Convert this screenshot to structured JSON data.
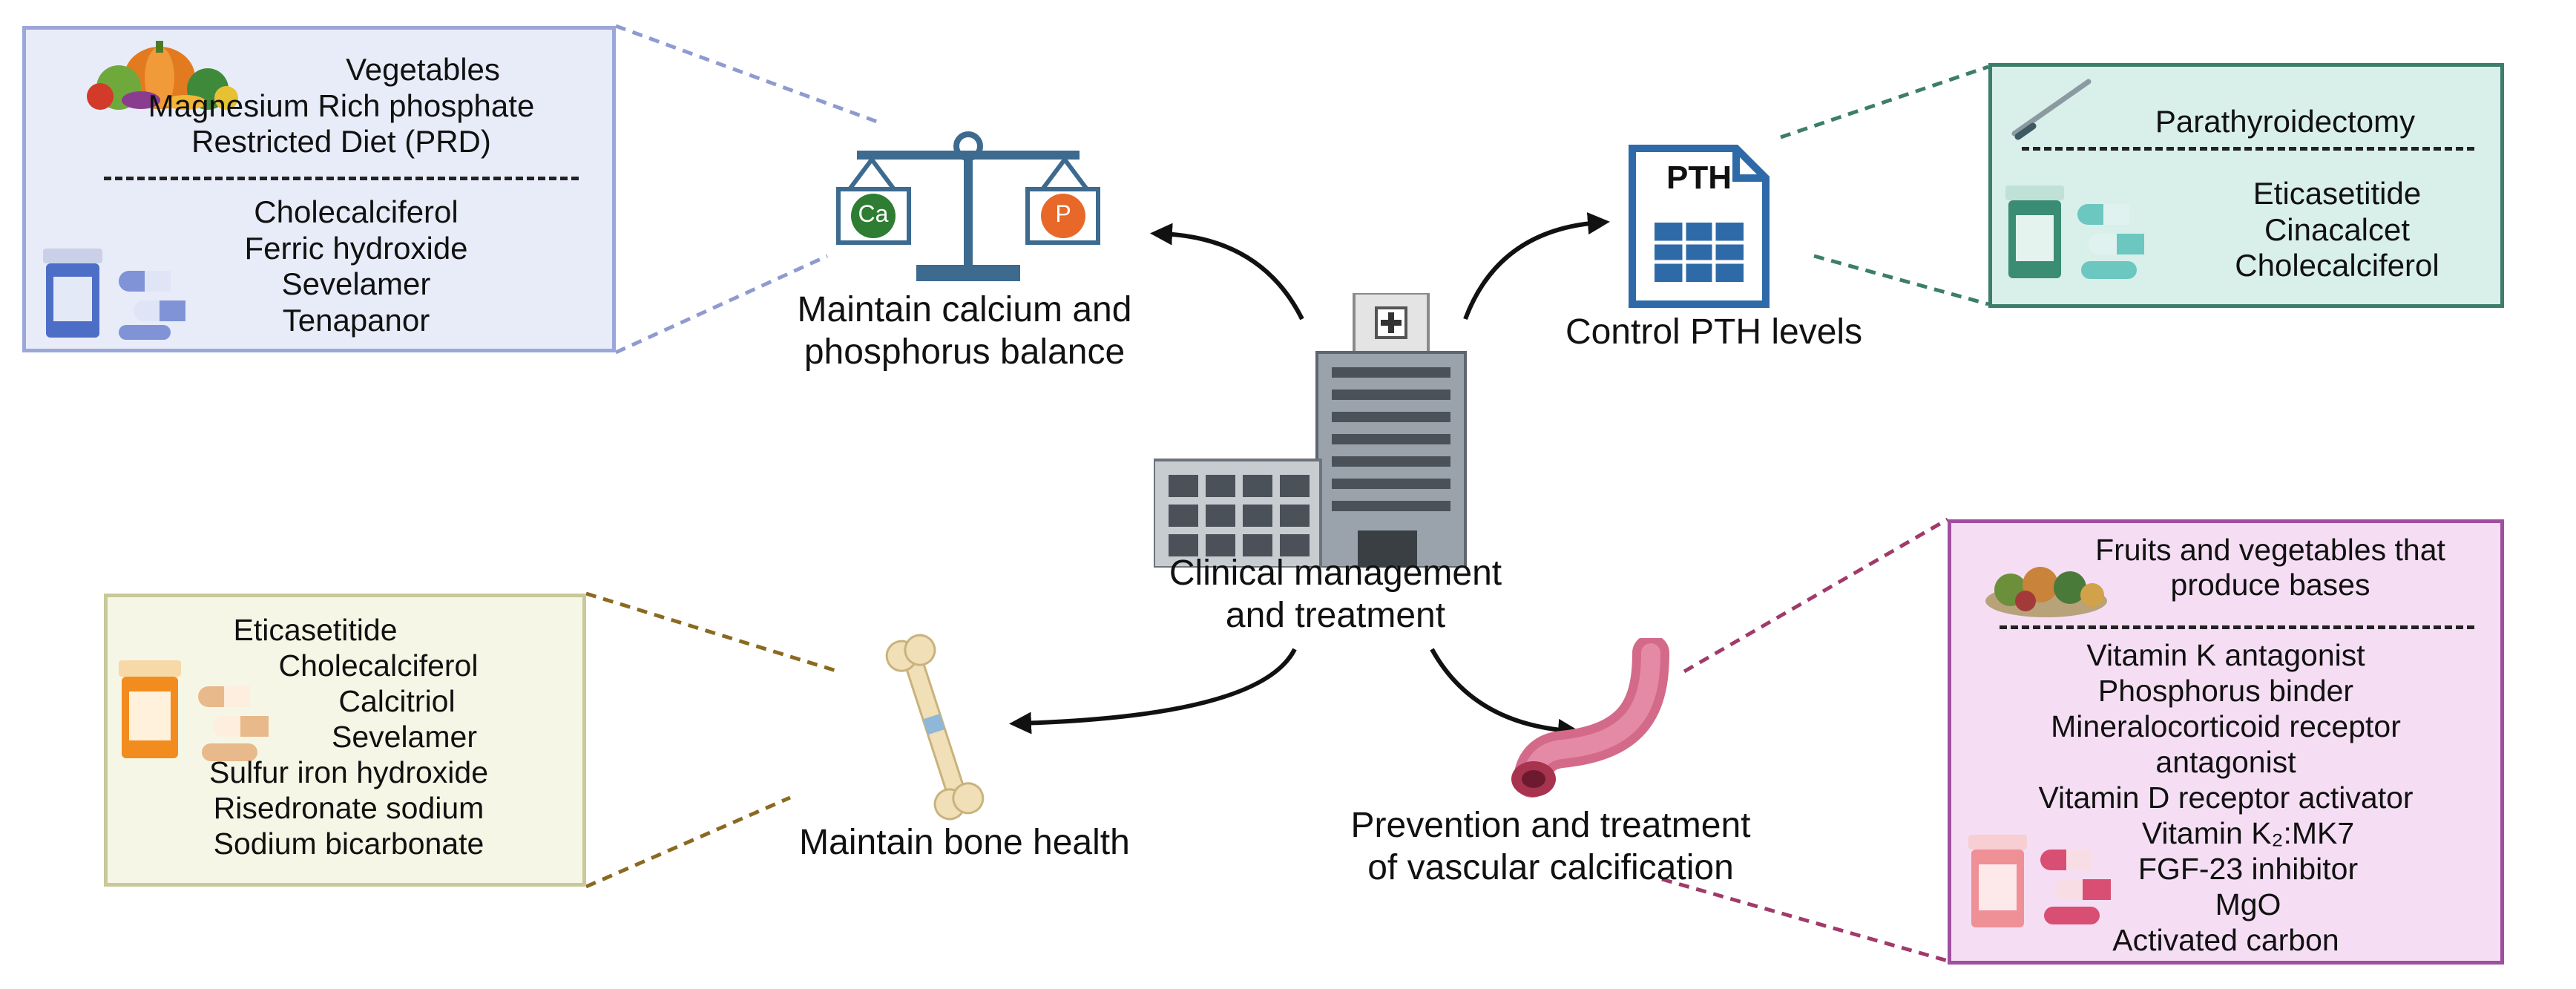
{
  "center": {
    "title_lines": [
      "Clinical management",
      "and treatment"
    ]
  },
  "calcium": {
    "caption_lines": [
      "Maintain calcium and",
      "phosphorus balance"
    ],
    "scale_left_label": "Ca",
    "scale_right_label": "P",
    "box_top_lines": [
      "Vegetables",
      "Magnesium Rich phosphate",
      "Restricted Diet (PRD)"
    ],
    "box_drugs": [
      "Cholecalciferol",
      "Ferric hydroxide",
      "Sevelamer",
      "Tenapanor"
    ],
    "border_color": "#9aa7d8",
    "fill_color": "#e8ecf8"
  },
  "pth": {
    "caption": "Control PTH levels",
    "doc_label": "PTH",
    "box_top": "Parathyroidectomy",
    "box_drugs": [
      "Eticasetitide",
      "Cinacalcet",
      "Cholecalciferol"
    ],
    "border_color": "#3d7d6b",
    "fill_color": "#d9efe9"
  },
  "bone": {
    "caption": "Maintain bone health",
    "box_drugs": [
      "Eticasetitide",
      "Cholecalciferol",
      "Calcitriol",
      "Sevelamer",
      "Sulfur iron hydroxide",
      "Risedronate sodium",
      "Sodium bicarbonate"
    ],
    "border_color": "#c8c898",
    "fill_color": "#f6f6e6"
  },
  "vascular": {
    "caption_lines": [
      "Prevention and treatment",
      "of vascular calcification"
    ],
    "box_top_lines": [
      "Fruits and vegetables that",
      "produce bases"
    ],
    "box_items": [
      "Vitamin K antagonist",
      "Phosphorus binder",
      "Mineralocorticoid receptor",
      "antagonist",
      "Vitamin D receptor activator",
      "Vitamin K₂:MK7",
      "FGF-23 inhibitor",
      "MgO",
      "Activated carbon"
    ],
    "border_color": "#a04fa0",
    "fill_color": "#f5def4"
  }
}
